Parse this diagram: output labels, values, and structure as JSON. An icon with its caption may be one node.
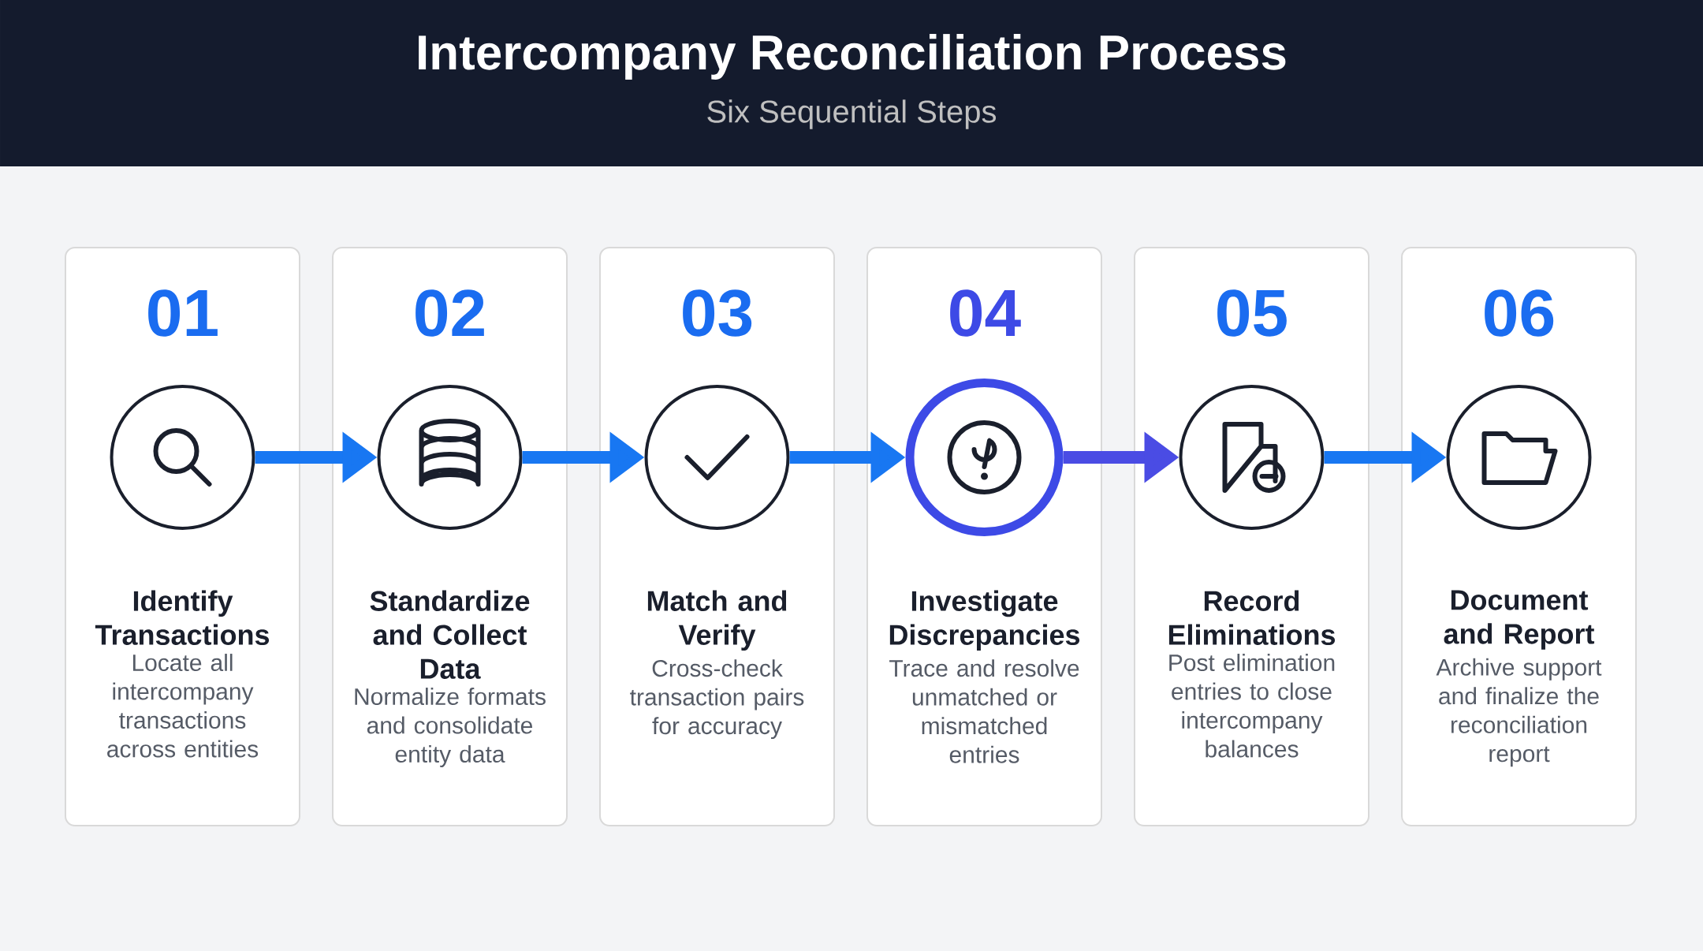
{
  "diagram": {
    "title": "Intercompany Reconciliation Process",
    "nodes": [
      {
        "text": [
          "01",
          "Identify Transactions",
          "Locate all intercompany transactions across entities"
        ]
      },
      {
        "text": [],
        "shape": "circle",
        "in": 0
      },
      {
        "text": [
          "02",
          "Standardize and Collect Data",
          "Normalize formats and consolidate entity data"
        ]
      },
      {
        "text": [],
        "shape": "circle",
        "in": 2
      },
      {
        "text": [
          "03",
          "Match and Verify",
          "Cross-check transaction pairs for accuracy"
        ]
      },
      {
        "text": [],
        "shape": "circle",
        "in": 4
      },
      {
        "text": [
          "04",
          "Investigate Discrepancies",
          "Trace and resolve unmatched or mismatched entries"
        ]
      },
      {
        "text": [],
        "shape": "circle",
        "in": 6
      },
      {
        "text": [
          "05",
          "Record Eliminations",
          "Post elimination entries to close intercompany balances"
        ]
      },
      {
        "text": [],
        "shape": "circle",
        "in": 8
      },
      {
        "text": [
          "06",
          "Document and Report",
          "Archive support and finalize the reconciliation report"
        ]
      },
      {
        "text": [],
        "shape": "circle",
        "in": 10
      }
    ],
    "edges": [
      {
        "from": 1,
        "to": 3,
        "arrow": "to"
      },
      {
        "from": 3,
        "to": 5,
        "arrow": "to"
      },
      {
        "from": 5,
        "to": 7,
        "arrow": "to"
      },
      {
        "from": 7,
        "to": 9,
        "arrow": "to",
        "color": "#4a4ce4"
      },
      {
        "from": 9,
        "to": 11,
        "arrow": "to"
      }
    ],
    "labels": [
      "Six Sequential Steps"
    ]
  }
}
